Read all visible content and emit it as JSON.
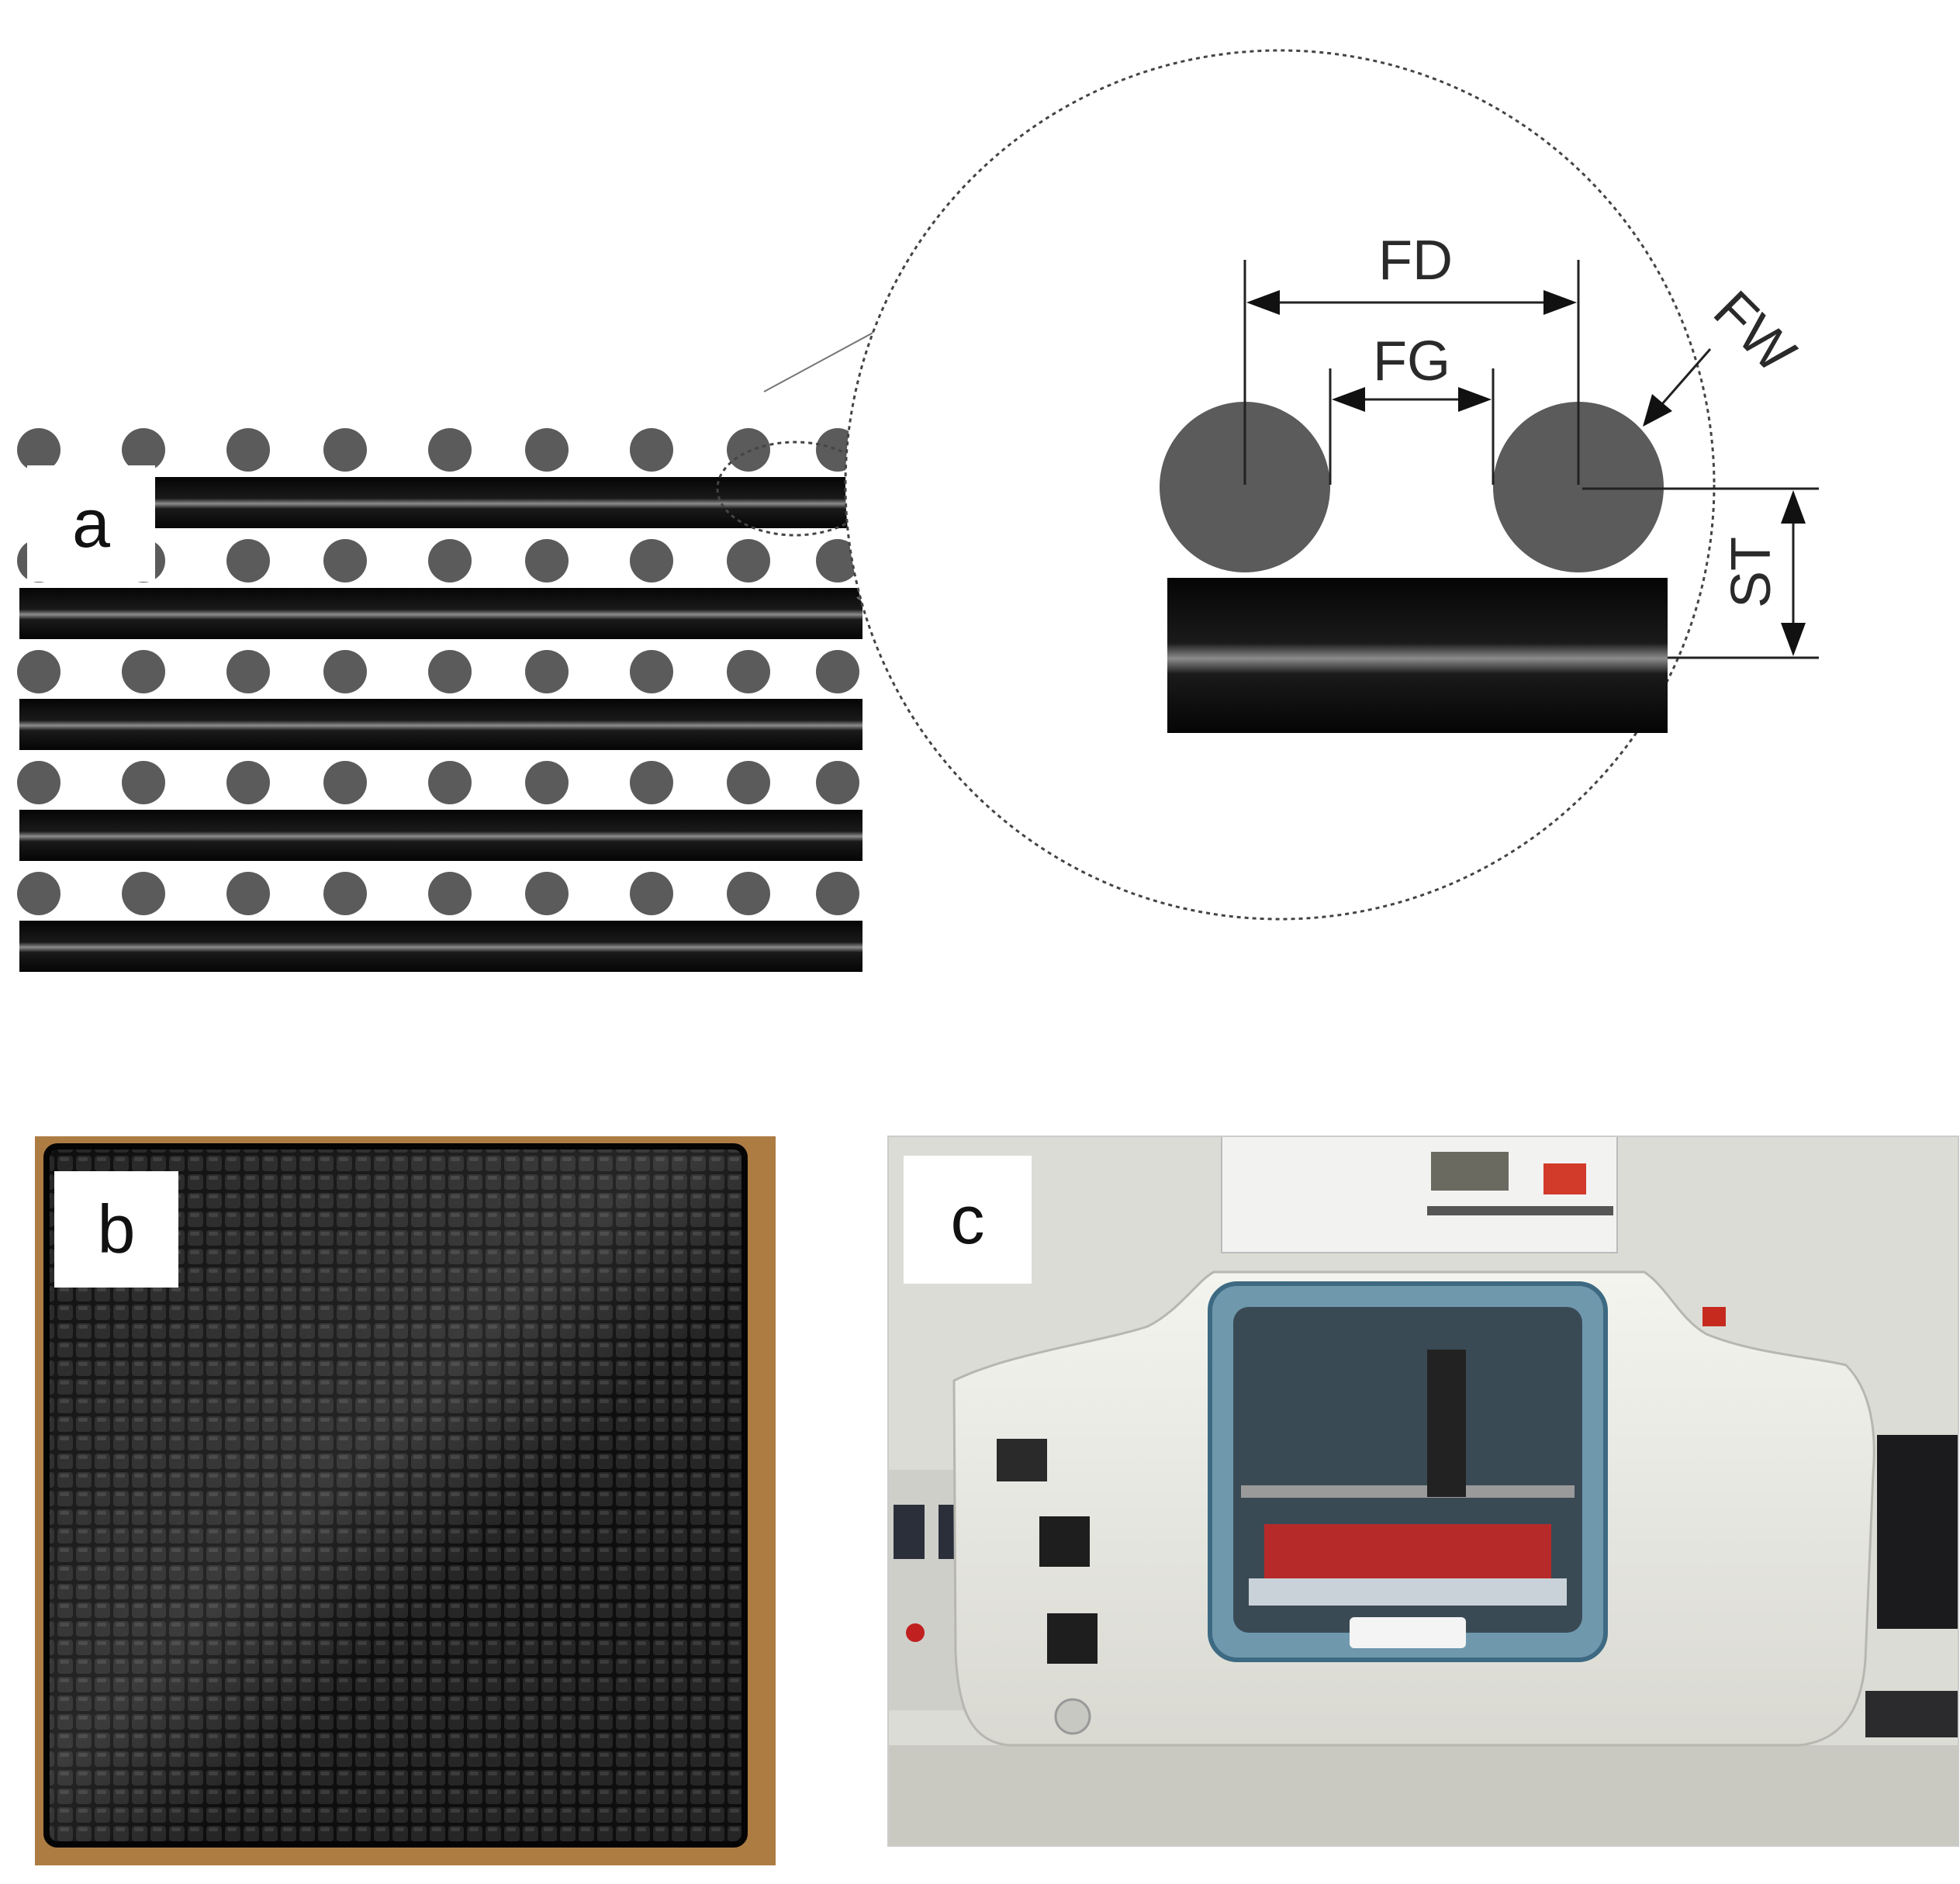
{
  "panels": {
    "a": "a",
    "b": "b",
    "c": "c"
  },
  "dimensions": {
    "fd": "FD",
    "fg": "FG",
    "fw": "FW",
    "st": "ST"
  },
  "colors": {
    "filament_dot": "#5b5b5b",
    "substrate_bar": "#080808",
    "background": "#ffffff",
    "mesh_surface": "#141414",
    "table_wood": "#b8864a",
    "printer_body": "#ecece6",
    "printer_window": "#6f98ad",
    "print_bed": "#b72a2a",
    "wall": "#dcdcd6"
  },
  "pattern": {
    "rows": 5,
    "dots_per_row": 9
  },
  "photo_b_text": [],
  "photo_c_text": []
}
